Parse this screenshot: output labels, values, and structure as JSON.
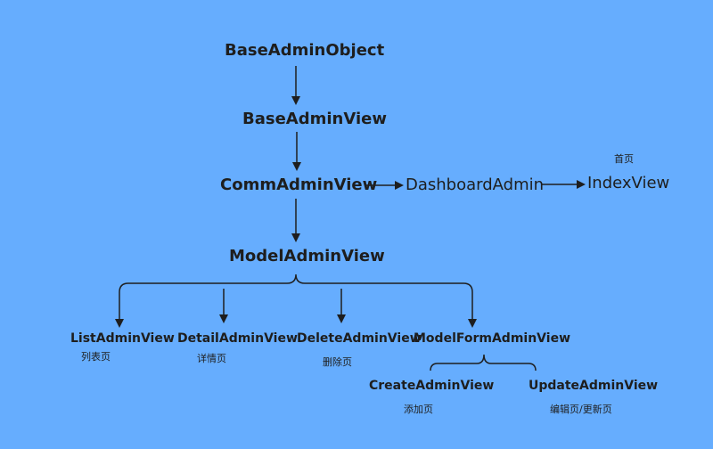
{
  "nodes": {
    "base_admin_object": "BaseAdminObject",
    "base_admin_view": "BaseAdminView",
    "comm_admin_view": "CommAdminView",
    "dashboard_admin": "DashboardAdmin",
    "index_view": "IndexView",
    "index_note": "首页",
    "model_admin_view": "ModelAdminView",
    "list_admin_view": "ListAdminView",
    "list_note": "列表页",
    "detail_admin_view": "DetailAdminView",
    "detail_note": "详情页",
    "delete_admin_view": "DeleteAdminView",
    "delete_note": "删除页",
    "model_form_admin_view": "ModelFormAdminView",
    "create_admin_view": "CreateAdminView",
    "create_note": "添加页",
    "update_admin_view": "UpdateAdminView",
    "update_note": "编辑页/更新页"
  },
  "colors": {
    "background": "#66adfe",
    "text": "#1e1e1e",
    "line": "#1e1e1e"
  }
}
